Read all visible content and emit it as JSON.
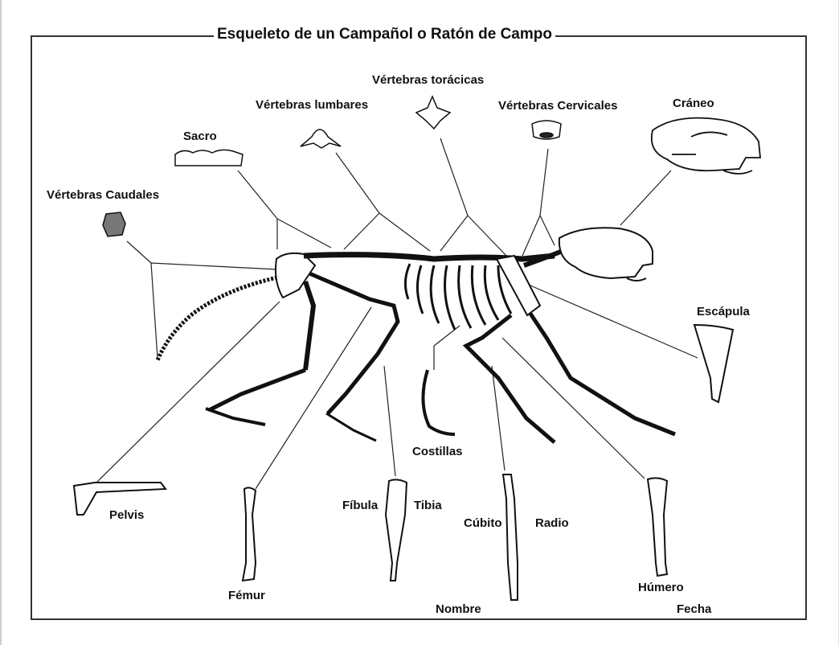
{
  "title": "Esqueleto de un Campañol o Ratón de Campo",
  "labels": {
    "vertebras_toracicas": "Vértebras torácicas",
    "vertebras_lumbares": "Vértebras lumbares",
    "vertebras_cervicales": "Vértebras Cervicales",
    "craneo": "Cráneo",
    "sacro": "Sacro",
    "vertebras_caudales": "Vértebras Caudales",
    "escapula": "Escápula",
    "costillas": "Costillas",
    "pelvis": "Pelvis",
    "femur": "Fémur",
    "fibula": "Fíbula",
    "tibia": "Tibia",
    "cubito": "Cúbito",
    "radio": "Radio",
    "humero": "Húmero"
  },
  "footer": {
    "nombre": "Nombre",
    "fecha": "Fecha"
  }
}
